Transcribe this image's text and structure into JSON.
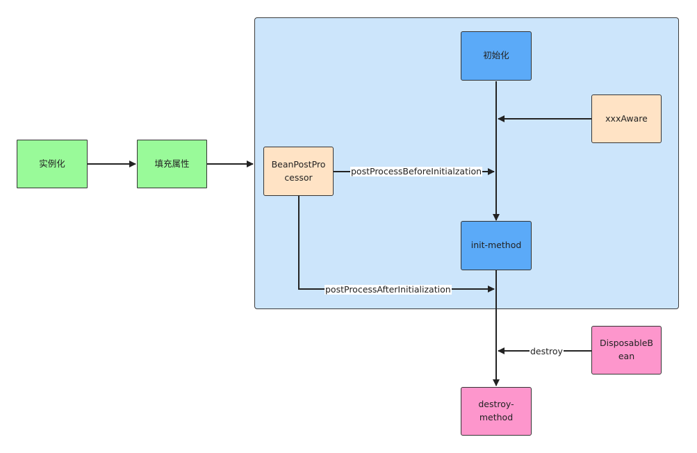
{
  "nodes": {
    "instantiate": "实例化",
    "populate": "填充属性",
    "initialize": "初始化",
    "aware": "xxxAware",
    "bpp_line1": "BeanPostPro",
    "bpp_line2": "cessor",
    "init_method": "init-method",
    "disposable_line1": "DisposableB",
    "disposable_line2": "ean",
    "destroy_method_line1": "destroy-",
    "destroy_method_line2": "method"
  },
  "edges": {
    "before_init": "postProcessBeforeInitialzation",
    "after_init": "postProcessAfterInitialization",
    "destroy": "destroy"
  },
  "colors": {
    "green": "#99fa99",
    "blue": "#5baaf8",
    "peach": "#ffe3c5",
    "pink": "#fd96cc",
    "container": "#cce5fb"
  }
}
